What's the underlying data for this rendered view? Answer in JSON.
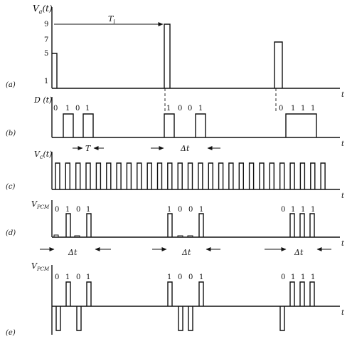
{
  "panels": {
    "a": {
      "label": "(a)",
      "ylabel_main": "V",
      "ylabel_sub": "a",
      "ylabel_arg": "(t)",
      "ticks": [
        "1",
        "5",
        "7",
        "9"
      ],
      "period_label_main": "T",
      "period_label_sub": "i",
      "xlabel": "t",
      "pulses": [
        5,
        9,
        7
      ]
    },
    "b": {
      "label": "(b)",
      "ylabel": "D (t)",
      "xlabel": "t",
      "groups": [
        [
          "0",
          "1",
          "0",
          "1"
        ],
        [
          "1",
          "0",
          "0",
          "1"
        ],
        [
          "0",
          "1",
          "1",
          "1"
        ]
      ],
      "T_label": "T",
      "dt_label": "Δt"
    },
    "c": {
      "label": "(c)",
      "ylabel_main": "V",
      "ylabel_sub": "c",
      "ylabel_arg": "(t)",
      "xlabel": "t"
    },
    "d": {
      "label": "(d)",
      "ylabel_main": "V",
      "ylabel_sub": "PCM",
      "xlabel": "t",
      "groups": [
        [
          "0",
          "1",
          "0",
          "1"
        ],
        [
          "1",
          "0",
          "0",
          "1"
        ],
        [
          "0",
          "1",
          "1",
          "1"
        ]
      ],
      "dt_label": "Δt"
    },
    "e": {
      "label": "(e)",
      "ylabel_main": "V",
      "ylabel_sub": "PCM",
      "xlabel": "t",
      "groups": [
        [
          "0",
          "1",
          "0",
          "1"
        ],
        [
          "1",
          "0",
          "0",
          "1"
        ],
        [
          "0",
          "1",
          "1",
          "1"
        ]
      ]
    }
  }
}
